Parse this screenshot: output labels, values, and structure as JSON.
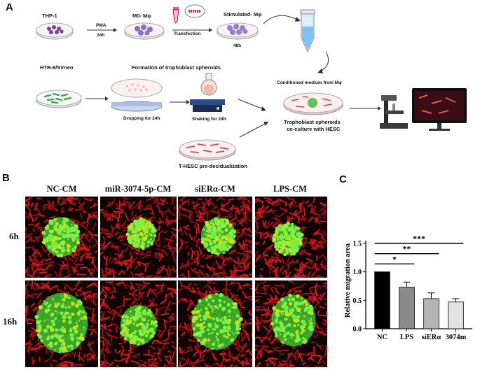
{
  "panel_letters": {
    "a": "A",
    "b": "B",
    "c": "C"
  },
  "schematic": {
    "thp1": "THP-1",
    "pma": "PMA",
    "pma_time": "24h",
    "m0": "M0- Mφ",
    "transfection": "Transfection",
    "stimulated": "Stimulated- Mφ",
    "time_48h": "48h",
    "htr8": "HTR-8/SVneo",
    "formation": "Formation of trophoblast spheroids",
    "dropping": "Dropping for 24h",
    "shaking": "Shaking for 24h",
    "conditioned": "Conditioned medium from Mφ",
    "coculture_line1": "Trophoblast spheroids",
    "coculture_line2": "co-culture with HESC",
    "thesc": "T-HESC pre-decidualization"
  },
  "micrographs": {
    "columns": [
      "NC-CM",
      "miR-3074-5p-CM",
      "siERα-CM",
      "LPS-CM"
    ],
    "rows": [
      "6h",
      "16h"
    ]
  },
  "chart_data": {
    "type": "bar",
    "categories": [
      "NC",
      "LPS",
      "siERα",
      "3074m"
    ],
    "values": [
      1.0,
      0.73,
      0.53,
      0.47
    ],
    "errors": [
      0.0,
      0.09,
      0.1,
      0.06
    ],
    "ylabel": "Relative migration area",
    "xlabel": "",
    "ylim": [
      0,
      1.5
    ],
    "yticks": [
      "0.0",
      "0.5",
      "1.0",
      "1.5"
    ],
    "bar_colors": [
      "#000000",
      "#8a8a8a",
      "#b4b4b4",
      "#e2e2e2"
    ],
    "significance": [
      "*",
      "**",
      "***"
    ],
    "grid": false
  }
}
